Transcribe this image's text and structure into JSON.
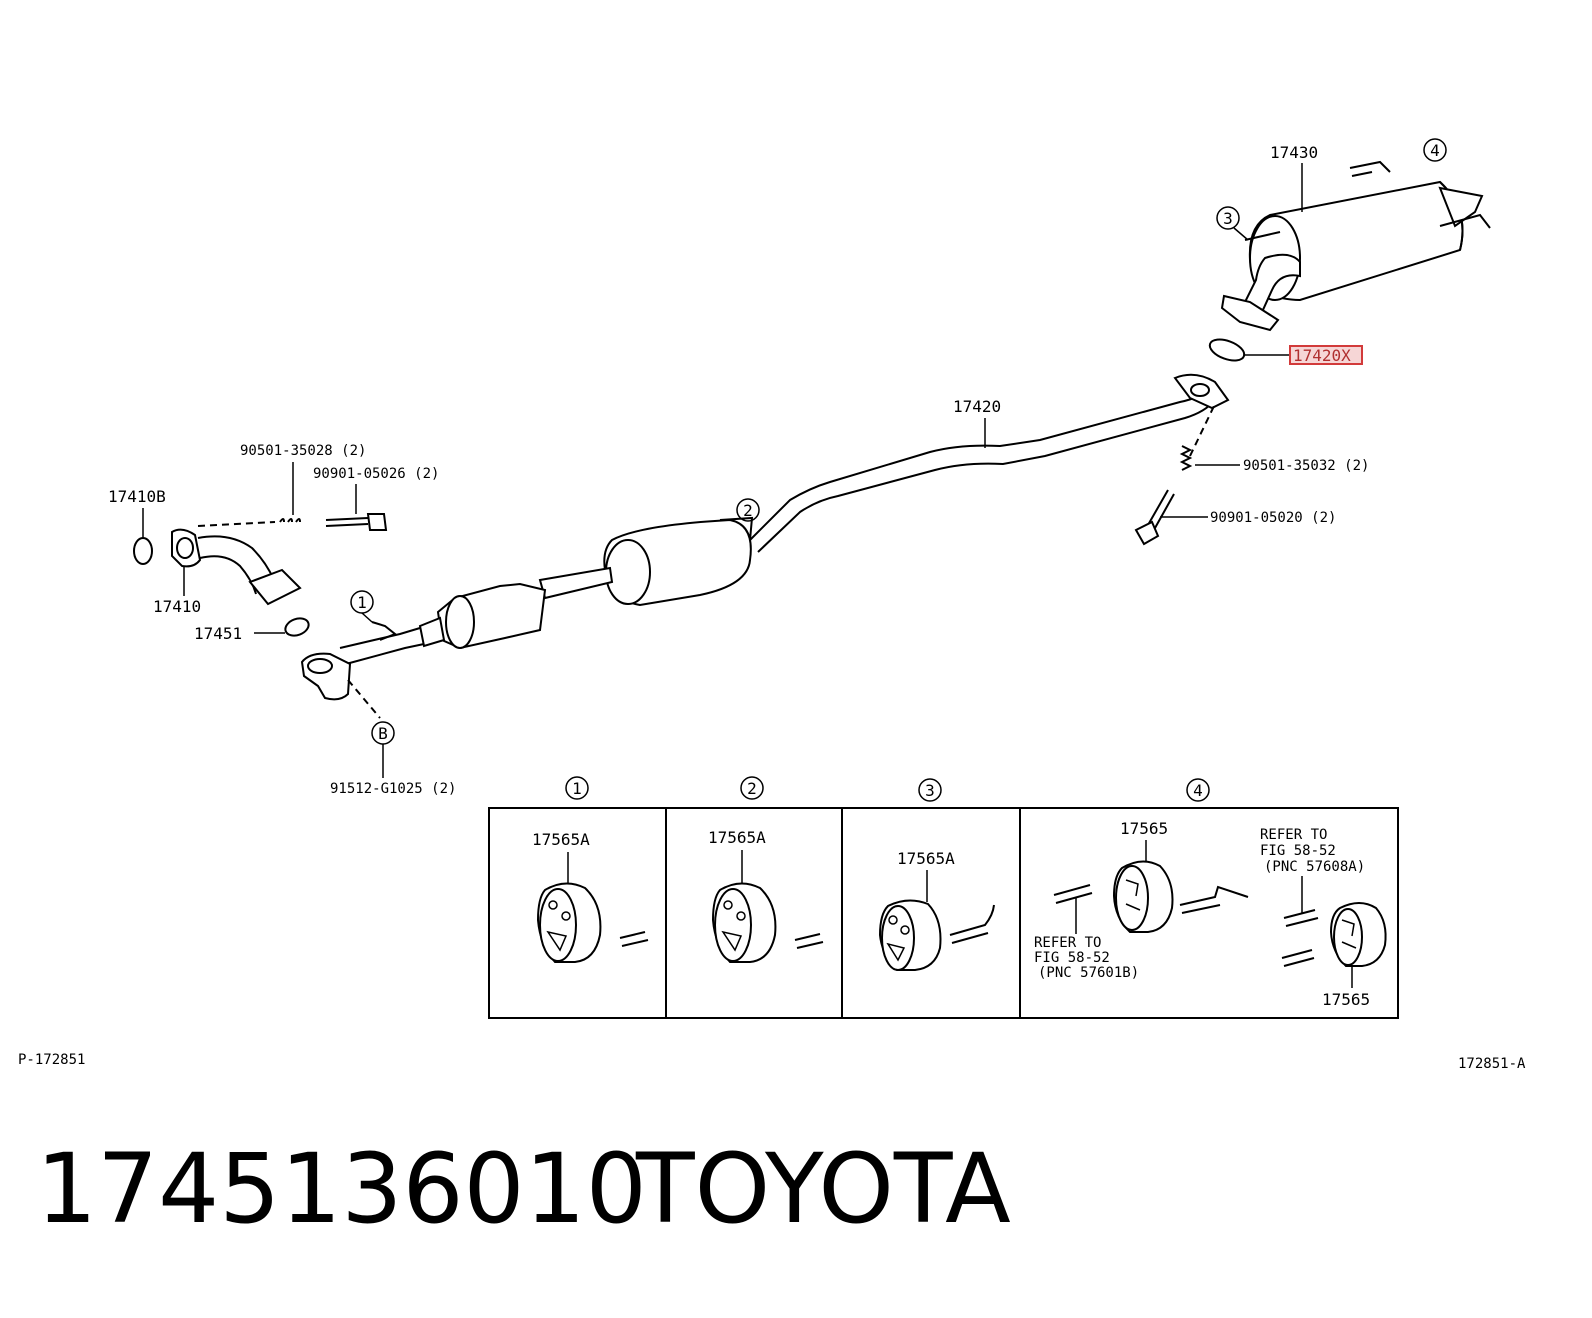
{
  "title": {
    "part_number": "1745136010",
    "brand": "TOYOTA"
  },
  "corner_codes": {
    "left": "P-172851",
    "right": "172851-A"
  },
  "callouts": {
    "p17430": "17430",
    "p17420": "17420",
    "p17420x": "17420X",
    "p90501_35032": "90501-35032 (2)",
    "p90901_05020": "90901-05020 (2)",
    "p90501_35028": "90501-35028 (2)",
    "p90901_05026": "90901-05026 (2)",
    "p17410b": "17410B",
    "p17410": "17410",
    "p17451": "17451",
    "p91512": "91512-G1025 (2)"
  },
  "markers": {
    "m1": "1",
    "m2": "2",
    "m3": "3",
    "m4": "4",
    "mb": "B"
  },
  "detail_panels": {
    "headers": [
      "1",
      "2",
      "3",
      "4"
    ],
    "panel1_part": "17565A",
    "panel2_part": "17565A",
    "panel3_part": "17565A",
    "panel4_part_top": "17565",
    "panel4_part_bottom": "17565",
    "refer_a": [
      "REFER TO",
      "FIG 58-52",
      "(PNC 57601B)"
    ],
    "refer_b": [
      "REFER TO",
      "FIG 58-52",
      "(PNC 57608A)"
    ]
  },
  "colors": {
    "highlight_border": "#d23a3a",
    "highlight_fill": "#f6d6d6"
  }
}
